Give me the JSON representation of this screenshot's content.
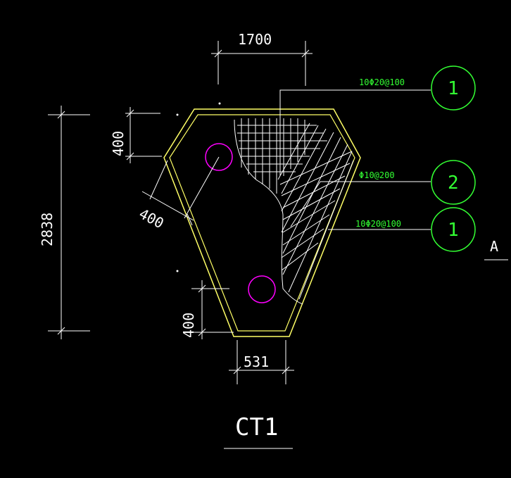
{
  "drawing": {
    "title": "CT1",
    "section_marker": "A",
    "dimensions": {
      "top_width": "1700",
      "total_height": "2838",
      "top_edge_offset": "400",
      "diagonal_offset": "400",
      "bottom_edge_offset": "400",
      "bottom_width": "531"
    },
    "rebar_callouts": [
      {
        "label": "10Φ20@100",
        "bubble": "1"
      },
      {
        "label": "Φ10@200",
        "bubble": "2"
      },
      {
        "label": "10Φ20@100",
        "bubble": "1"
      }
    ],
    "colors": {
      "background": "#000000",
      "outline": "#ffff66",
      "dimension_lines": "#ffffff",
      "callout": "#33ff33",
      "pile": "#ff00ff",
      "mesh": "#ffffff"
    }
  }
}
